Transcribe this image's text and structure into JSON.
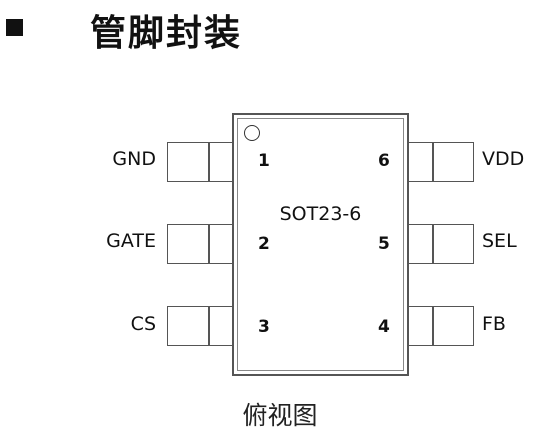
{
  "heading": "管脚封装",
  "package": "SOT23-6",
  "caption": "俯视图",
  "pins_left": [
    {
      "num": "1",
      "name": "GND"
    },
    {
      "num": "2",
      "name": "GATE"
    },
    {
      "num": "3",
      "name": "CS"
    }
  ],
  "pins_right": [
    {
      "num": "6",
      "name": "VDD"
    },
    {
      "num": "5",
      "name": "SEL"
    },
    {
      "num": "4",
      "name": "FB"
    }
  ]
}
